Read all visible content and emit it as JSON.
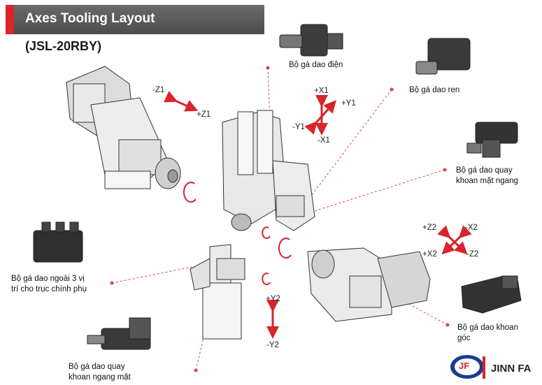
{
  "header": {
    "title": "Axes Tooling Layout",
    "subtitle": "(JSL-20RBY)"
  },
  "axes": {
    "z1_minus": "-Z1",
    "z1_plus": "+Z1",
    "x1_plus": "+X1",
    "x1_minus": "-X1",
    "y1_plus": "+Y1",
    "y1_minus": "-Y1",
    "z2_plus": "+Z2",
    "z2_minus": "-Z2",
    "x2_plus": "+X2",
    "x2_minus": "-X2",
    "y2_plus": "+Y2",
    "y2_minus": "-Y2"
  },
  "labels": {
    "electric_holder": "Bộ gá dao điện",
    "thread_holder": "Bộ gá dao ren",
    "cross_drill_line1": "Bộ gá dao quay",
    "cross_drill_line2": "khoan mặt ngang",
    "outer_holder_line1": "Bộ gá dao ngoài 3 vị",
    "outer_holder_line2": "trí cho trục chính phụ",
    "face_drill_line1": "Bộ gá dao quay",
    "face_drill_line2": "khoan ngang mặt",
    "angle_drill_line1": "Bộ gá dao khoan",
    "angle_drill_line2": "góc"
  },
  "logo": {
    "text": "JINN FA",
    "mark": "JF"
  },
  "colors": {
    "accent": "#d9242b",
    "title_bar": "#595959",
    "leader": "#e0443a"
  }
}
